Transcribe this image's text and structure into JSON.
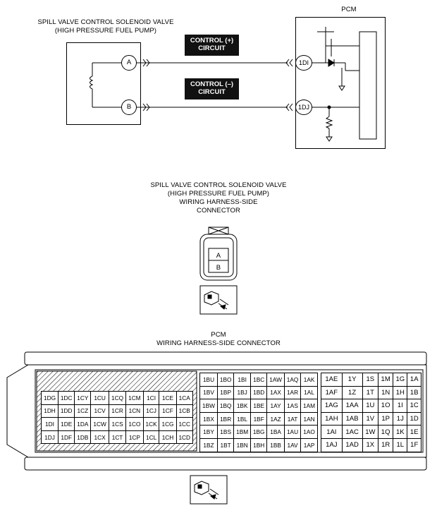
{
  "solenoid": {
    "title1": "SPILL VALVE CONTROL SOLENOID VALVE",
    "title2": "(HIGH PRESSURE FUEL PUMP)",
    "pin_a": "A",
    "pin_b": "B"
  },
  "pcm": {
    "title": "PCM",
    "pin_1di": "1DI",
    "pin_1dj": "1DJ"
  },
  "circuits": {
    "pos_line1": "CONTROL (+)",
    "pos_line2": "CIRCUIT",
    "neg_line1": "CONTROL (–)",
    "neg_line2": "CIRCUIT"
  },
  "harness_connector": {
    "line1": "SPILL VALVE CONTROL SOLENOID VALVE",
    "line2": "(HIGH PRESSURE FUEL PUMP)",
    "line3": "WIRING HARNESS-SIDE",
    "line4": "CONNECTOR",
    "pin_a": "A",
    "pin_b": "B"
  },
  "pcm_connector": {
    "line1": "PCM",
    "line2": "WIRING HARNESS-SIDE CONNECTOR",
    "left_rows": [
      [
        "1DG",
        "1DC",
        "1CY",
        "1CU",
        "1CQ",
        "1CM",
        "1CI",
        "1CE",
        "1CA"
      ],
      [
        "1DH",
        "1DD",
        "1CZ",
        "1CV",
        "1CR",
        "1CN",
        "1CJ",
        "1CF",
        "1CB"
      ],
      [
        "1DI",
        "1DE",
        "1DA",
        "1CW",
        "1CS",
        "1CO",
        "1CK",
        "1CG",
        "1CC"
      ],
      [
        "1DJ",
        "1DF",
        "1DB",
        "1CX",
        "1CT",
        "1CP",
        "1CL",
        "1CH",
        "1CD"
      ]
    ],
    "mid_rows": [
      [
        "1BU",
        "1BO",
        "1BI",
        "1BC",
        "1AW",
        "1AQ",
        "1AK"
      ],
      [
        "1BV",
        "1BP",
        "1BJ",
        "1BD",
        "1AX",
        "1AR",
        "1AL"
      ],
      [
        "1BW",
        "1BQ",
        "1BK",
        "1BE",
        "1AY",
        "1AS",
        "1AM"
      ],
      [
        "1BX",
        "1BR",
        "1BL",
        "1BF",
        "1AZ",
        "1AT",
        "1AN"
      ],
      [
        "1BY",
        "1BS",
        "1BM",
        "1BG",
        "1BA",
        "1AU",
        "1AO"
      ],
      [
        "1BZ",
        "1BT",
        "1BN",
        "1BH",
        "1BB",
        "1AV",
        "1AP"
      ]
    ],
    "right_rows": [
      [
        "1AE",
        "1Y",
        "1S",
        "1M",
        "1G",
        "1A"
      ],
      [
        "1AF",
        "1Z",
        "1T",
        "1N",
        "1H",
        "1B"
      ],
      [
        "1AG",
        "1AA",
        "1U",
        "1O",
        "1I",
        "1C"
      ],
      [
        "1AH",
        "1AB",
        "1V",
        "1P",
        "1J",
        "1D"
      ],
      [
        "1AI",
        "1AC",
        "1W",
        "1Q",
        "1K",
        "1E"
      ],
      [
        "1AJ",
        "1AD",
        "1X",
        "1R",
        "1L",
        "1F"
      ]
    ]
  }
}
